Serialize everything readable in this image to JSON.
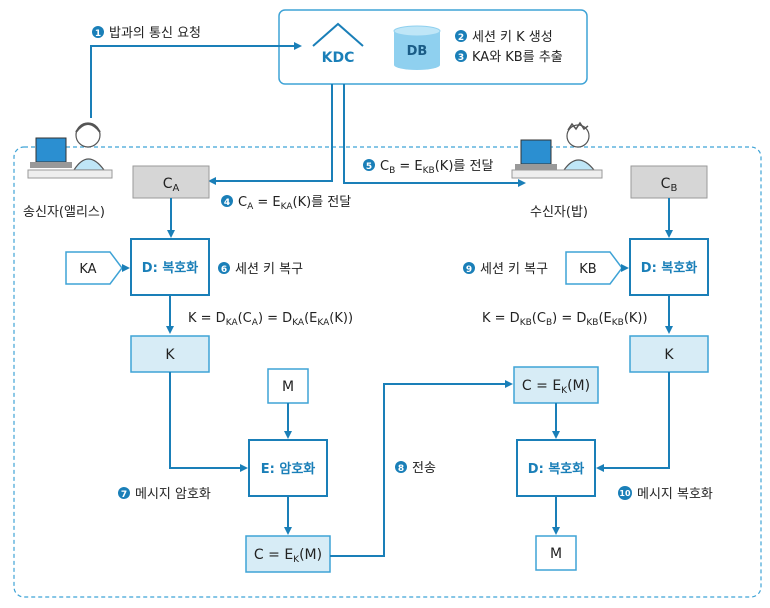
{
  "colors": {
    "accent": "#1a7fb8",
    "box_fill": "#d7ecf6",
    "gray_fill": "#d6d6d6",
    "dash": "#3fa3d6"
  },
  "kdc": {
    "label": "KDC",
    "db_label": "DB"
  },
  "steps": {
    "s1": {
      "num": "1",
      "text": "밥과의 통신 요청"
    },
    "s2": {
      "num": "2",
      "text": "세션 키 K 생성"
    },
    "s3": {
      "num": "3",
      "text": "KA와 KB를 추출"
    },
    "s4": {
      "num": "4"
    },
    "s5": {
      "num": "5"
    },
    "s6": {
      "num": "6",
      "text": "세션 키 복구"
    },
    "s7": {
      "num": "7",
      "text": "메시지 암호화"
    },
    "s8": {
      "num": "8",
      "text": "전송"
    },
    "s9": {
      "num": "9",
      "text": "세션 키 복구"
    },
    "s10": {
      "num": "10",
      "text": "메시지 복호화"
    }
  },
  "people": {
    "sender": "송신자(앨리스)",
    "receiver": "수신자(밥)"
  },
  "boxes": {
    "d_decrypt": "D: 복호화",
    "e_encrypt": "E: 암호화",
    "ka": "KA",
    "kb": "KB",
    "k": "K",
    "m": "M"
  }
}
